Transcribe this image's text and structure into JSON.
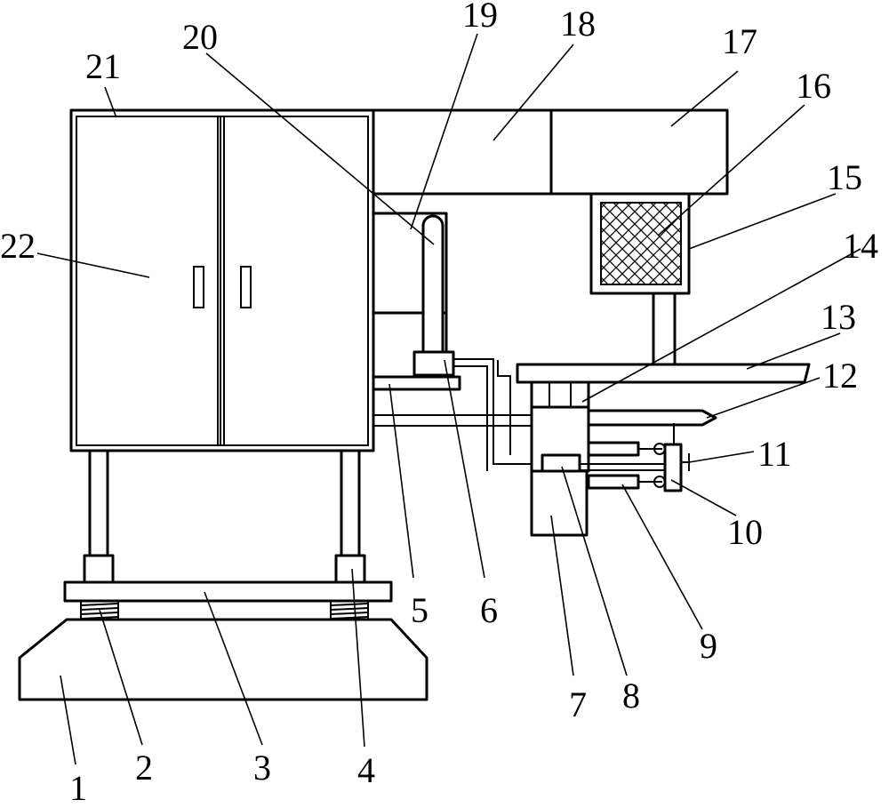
{
  "labels": [
    "1",
    "2",
    "3",
    "4",
    "5",
    "6",
    "7",
    "8",
    "9",
    "10",
    "11",
    "12",
    "13",
    "14",
    "15",
    "16",
    "17",
    "18",
    "19",
    "20",
    "21",
    "22"
  ],
  "colors": {
    "line": "#000000",
    "background": "#ffffff"
  }
}
